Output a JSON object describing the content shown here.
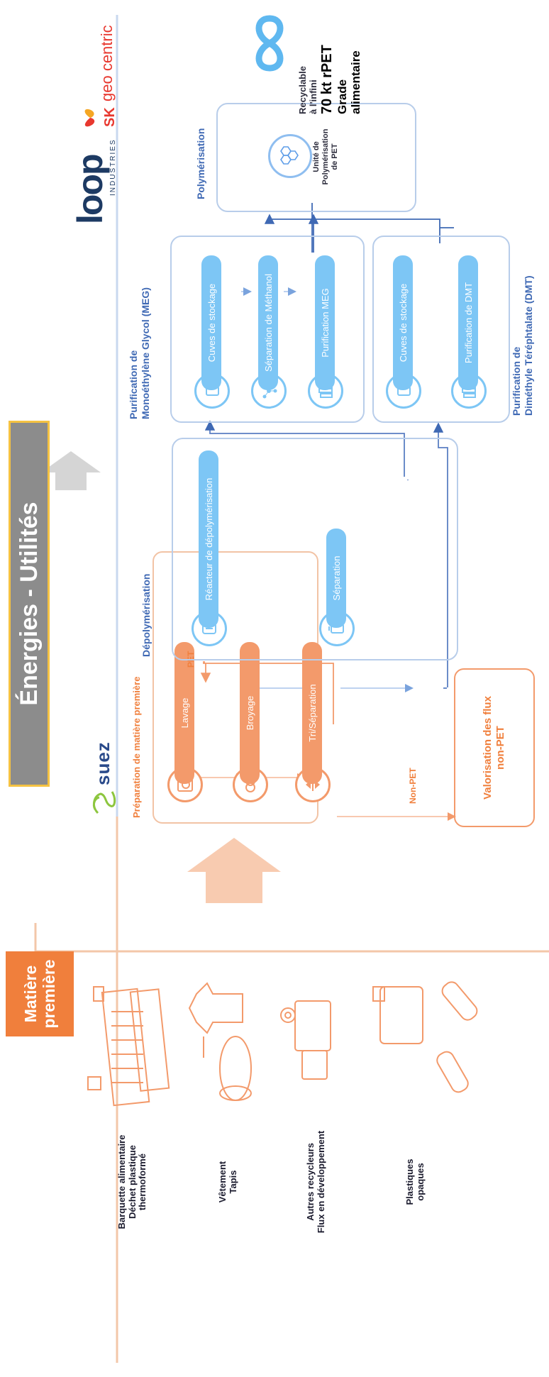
{
  "matiere": {
    "title_line1": "Matière",
    "title_line2": "première",
    "items": [
      {
        "lines": [
          "Barquette alimentaire",
          "Déchet plastique",
          "thermoformé"
        ]
      },
      {
        "lines": [
          "Vêtement",
          "Tapis"
        ]
      },
      {
        "lines": [
          "Autres recycleurs",
          "Flux en développement"
        ]
      },
      {
        "lines": [
          "Plastiques",
          "opaques"
        ]
      }
    ]
  },
  "banner": {
    "text": "Énergies - Utilités"
  },
  "logos": {
    "suez": "suez",
    "loop": "loop",
    "loop_sub": "INDUSTRIES",
    "sk": "SK",
    "geo": "geo centric"
  },
  "preparation": {
    "title": "Préparation de matière première",
    "steps": [
      "Lavage",
      "Broyage",
      "Tri/Séparation"
    ],
    "pet": "PET",
    "non_pet": "Non-PET",
    "valorisation_line1": "Valorisation des flux",
    "valorisation_line2": "non-PET"
  },
  "depoly": {
    "title": "Dépolymérisation",
    "steps": [
      "Réacteur de dépolymérisation",
      "Séparation"
    ]
  },
  "meg": {
    "title_line1": "Purification de",
    "title_line2": "Monoéthylène Glycol (MEG)",
    "steps": [
      "Cuves de stockage",
      "Séparation de Méthanol",
      "Purification MEG"
    ]
  },
  "dmt": {
    "title_line1": "Purification de",
    "title_line2": "Diméthyle Téréphtalate (DMT)",
    "steps": [
      "Cuves de stockage",
      "Purification de DMT"
    ]
  },
  "poly": {
    "title": "Polymérisation",
    "unit_line1": "Unité de",
    "unit_line2": "Polymérisation",
    "unit_line3": "de PET"
  },
  "result": {
    "line1": "Recyclable",
    "line2": "à l'infini",
    "line3": "70 kt rPET",
    "line4": "Grade",
    "line5": "alimentaire"
  },
  "colors": {
    "orange": "#f39a6b",
    "blue": "#7dc6f5",
    "navy": "#3f69b4",
    "banner": "#8c8c8c"
  }
}
